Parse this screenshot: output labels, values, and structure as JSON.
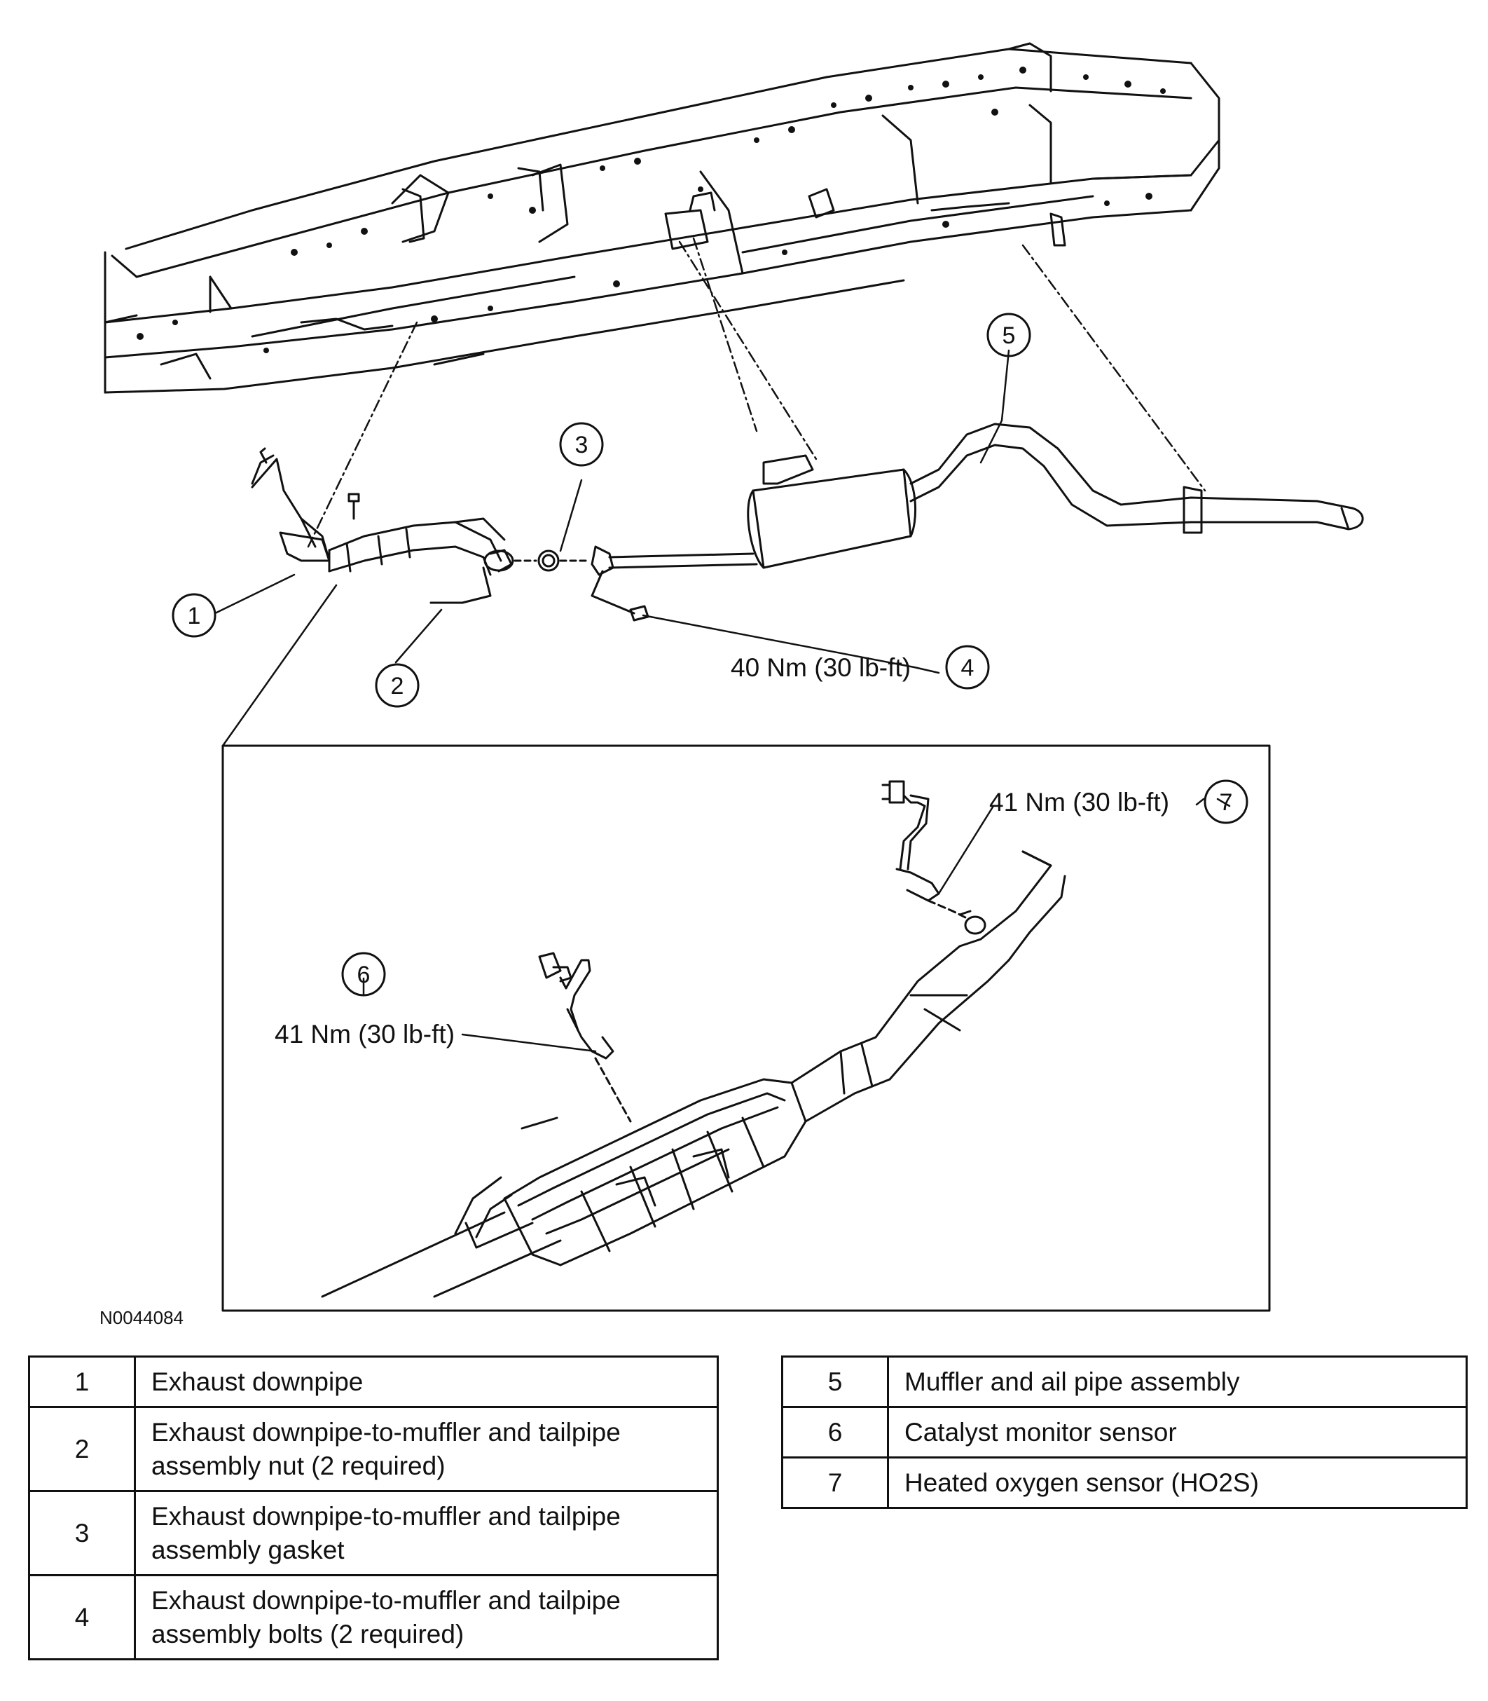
{
  "figure_id": "N0044084",
  "callouts": {
    "c1": "1",
    "c2": "2",
    "c3": "3",
    "c4": "4",
    "c5": "5",
    "c6": "6",
    "c7": "7"
  },
  "torque_labels": {
    "item4": "40 Nm (30 lb-ft)",
    "item6": "41 Nm (30 lb-ft)",
    "item7": "41 Nm (30 lb-ft)"
  },
  "legend_left": [
    {
      "num": "1",
      "desc": "Exhaust downpipe"
    },
    {
      "num": "2",
      "desc": "Exhaust downpipe-to-muffler and tailpipe assembly nut (2 required)"
    },
    {
      "num": "3",
      "desc": "Exhaust downpipe-to-muffler and tailpipe assembly gasket"
    },
    {
      "num": "4",
      "desc": "Exhaust downpipe-to-muffler and tailpipe assembly bolts (2 required)"
    }
  ],
  "legend_right": [
    {
      "num": "5",
      "desc": "Muffler and ail pipe assembly"
    },
    {
      "num": "6",
      "desc": "Catalyst monitor sensor"
    },
    {
      "num": "7",
      "desc": "Heated oxygen sensor (HO2S)"
    }
  ]
}
